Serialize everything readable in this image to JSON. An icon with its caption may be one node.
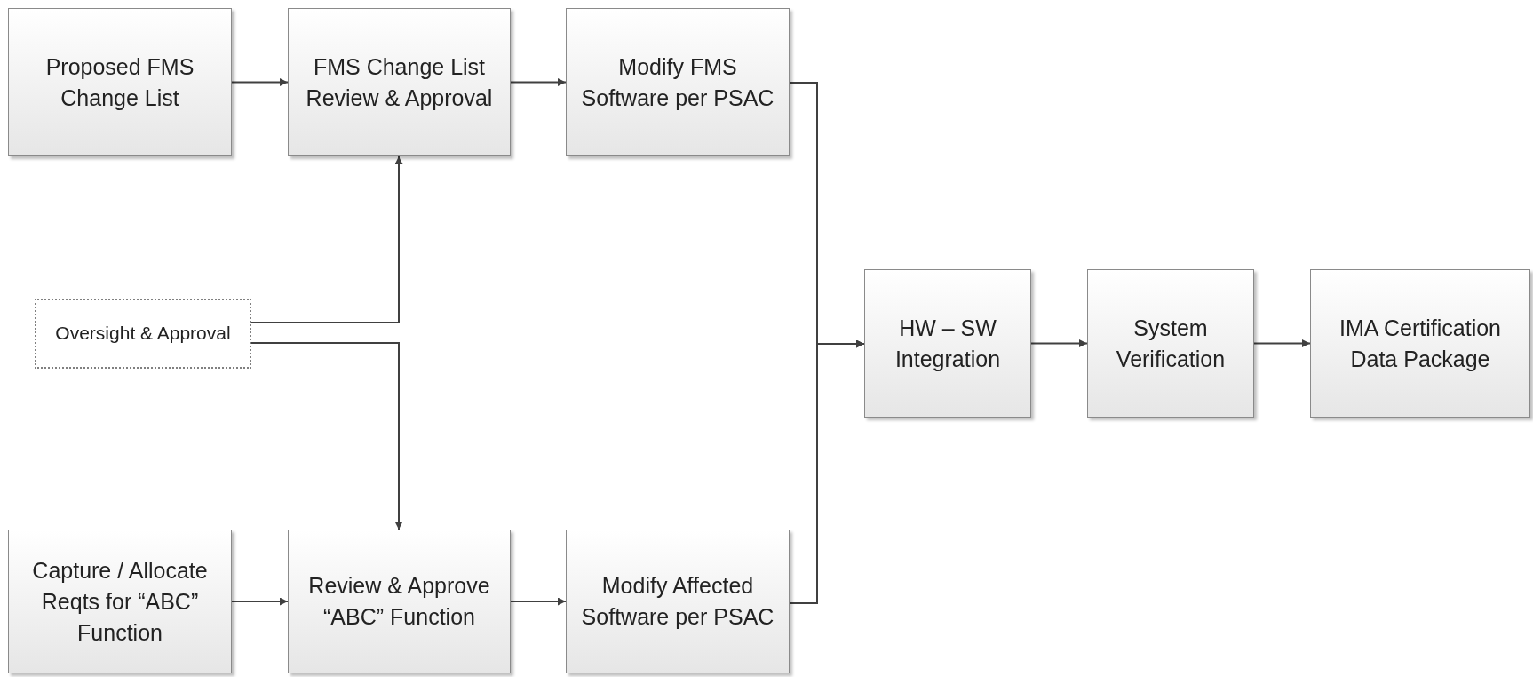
{
  "diagram": {
    "nodes": [
      {
        "text": [
          "Proposed FMS Change List"
        ]
      },
      {
        "text": [
          "FMS Change List Review & Approval"
        ]
      },
      {
        "text": [
          "Modify FMS Software per PSAC"
        ]
      },
      {
        "text": [
          "Oversight & Approval"
        ]
      },
      {
        "text": [
          "Capture / Allocate Reqts for “ABC” Function"
        ]
      },
      {
        "text": [
          "Review & Approve “ABC” Function"
        ]
      },
      {
        "text": [
          "Modify Affected Software per PSAC"
        ]
      },
      {
        "text": [
          "HW – SW Integration"
        ]
      },
      {
        "text": [
          "System Verification"
        ]
      },
      {
        "text": [
          "IMA Certification Data Package"
        ]
      }
    ],
    "edges": [
      {
        "from": 0,
        "to": 1,
        "arrow": "to"
      },
      {
        "from": 1,
        "to": 2,
        "arrow": "to"
      },
      {
        "from": 3,
        "to": 1,
        "arrow": "to"
      },
      {
        "from": 3,
        "to": 5,
        "arrow": "to"
      },
      {
        "from": 2,
        "to": 7,
        "arrow": "to"
      },
      {
        "from": 6,
        "to": 7,
        "arrow": "to"
      },
      {
        "from": 7,
        "to": 8,
        "arrow": "to"
      },
      {
        "from": 8,
        "to": 9,
        "arrow": "to"
      },
      {
        "from": 4,
        "to": 5,
        "arrow": "to"
      },
      {
        "from": 5,
        "to": 6,
        "arrow": "to"
      }
    ]
  }
}
